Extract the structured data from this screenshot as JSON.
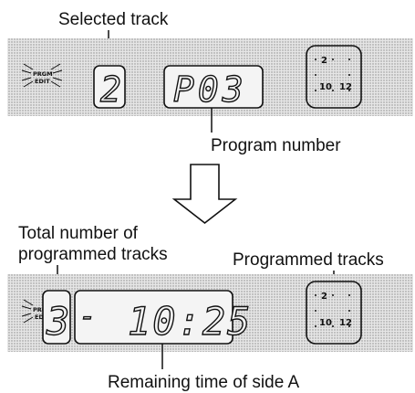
{
  "colors": {
    "panel": "#d8d8d8",
    "ink": "#111111",
    "window": "#f4f4f4"
  },
  "top": {
    "label_selected_track": "Selected track",
    "label_program_number": "Program number",
    "indicator": {
      "line1": "PRGM",
      "line2": "EDIT"
    },
    "track_digit": "2",
    "program_display": "P03",
    "grid_numbers": [
      "2",
      "10",
      "12"
    ]
  },
  "arrow_icon": "down-arrow-icon",
  "bottom": {
    "label_total_line1": "Total number of",
    "label_total_line2": "programmed tracks",
    "label_programmed_tracks": "Programmed tracks",
    "label_remaining_time": "Remaining time of side A",
    "indicator": {
      "line1": "PRGM",
      "line2": "EDIT"
    },
    "count_digit": "3",
    "dash": "-",
    "time_display": "10:25",
    "grid_numbers": [
      "2",
      "10",
      "12"
    ]
  }
}
